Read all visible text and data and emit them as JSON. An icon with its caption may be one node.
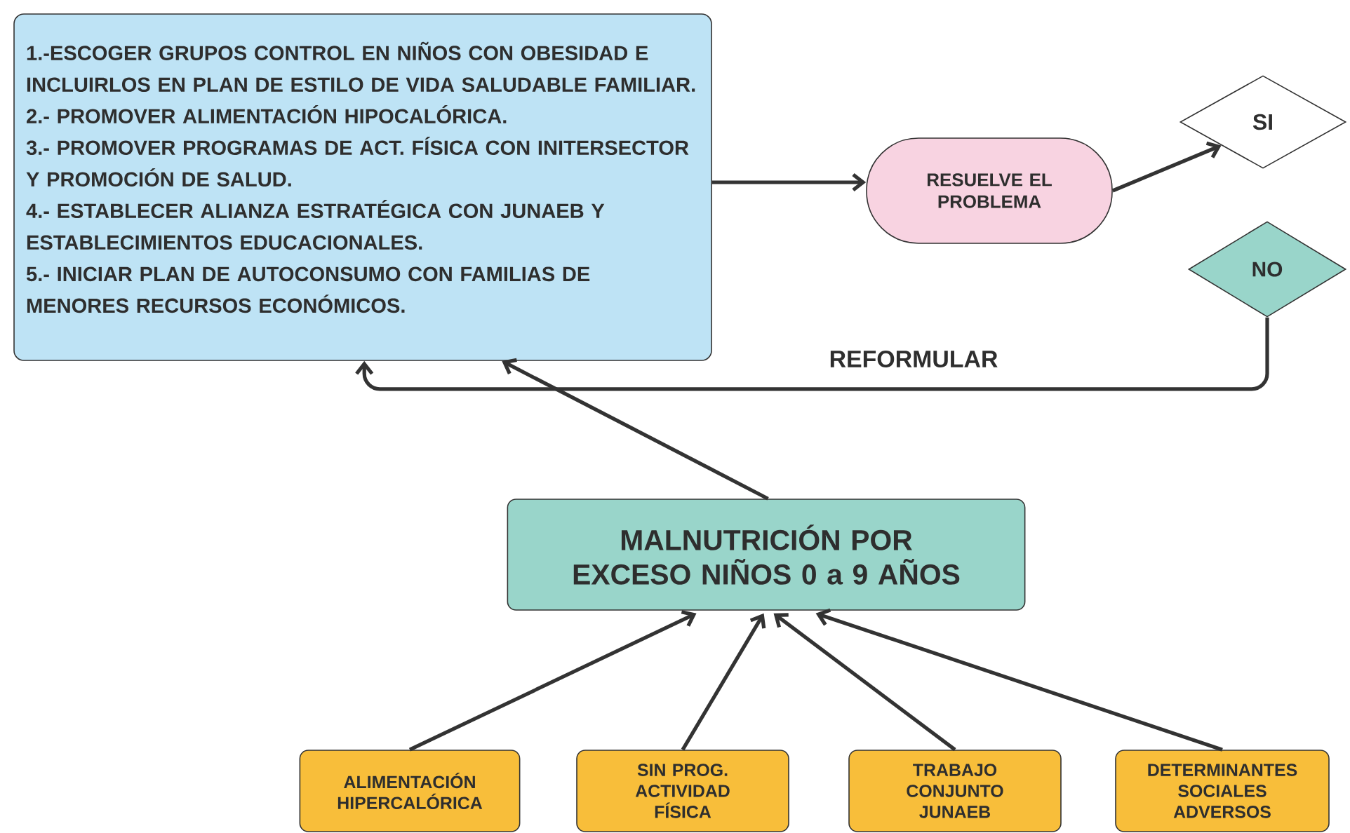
{
  "diagram": {
    "nodes": [
      {
        "text": [
          "1.-ESCOGER GRUPOS CONTROL EN NIÑOS CON OBESIDAD E INCLUIRLOS EN PLAN DE ESTILO DE VIDA SALUDABLE FAMILIAR.",
          "2.- PROMOVER ALIMENTACIÓN HIPOCALÓRICA.",
          "3.- PROMOVER PROGRAMAS DE ACT. FÍSICA CON INITERSECTOR Y PROMOCIÓN DE SALUD.",
          "4.- ESTABLECER ALIANZA ESTRATÉGICA CON JUNAEB Y ESTABLECIMIENTOS EDUCACIONALES.",
          "5.- INICIAR PLAN DE AUTOCONSUMO CON FAMILIAS DE MENORES RECURSOS ECONÓMICOS."
        ]
      },
      {
        "text": [
          "RESUELVE EL PROBLEMA"
        ]
      },
      {
        "text": [
          "SI"
        ]
      },
      {
        "text": [
          "NO"
        ]
      },
      {
        "text": [
          "MALNUTRICIÓN POR EXCESO NIÑOS 0 a 9 AÑOS"
        ]
      },
      {
        "text": [
          "ALIMENTACIÓN HIPERCALÓRICA"
        ]
      },
      {
        "text": [
          "SIN PROG. ACTIVIDAD FÍSICA"
        ]
      },
      {
        "text": [
          "TRABAJO CONJUNTO JUNAEB"
        ]
      },
      {
        "text": [
          "DETERMINANTES SOCIALES ADVERSOS"
        ]
      }
    ],
    "edges": [
      {
        "from": 0,
        "to": 1,
        "arrow": "to"
      },
      {
        "from": 1,
        "to": 2,
        "arrow": "to"
      },
      {
        "from": 3,
        "to": 0,
        "arrow": "to",
        "label": "REFORMULAR"
      },
      {
        "from": 4,
        "to": 0,
        "arrow": "to"
      },
      {
        "from": 5,
        "to": 4,
        "arrow": "to"
      },
      {
        "from": 6,
        "to": 4,
        "arrow": "to"
      },
      {
        "from": 7,
        "to": 4,
        "arrow": "to"
      },
      {
        "from": 8,
        "to": 4,
        "arrow": "to"
      }
    ]
  }
}
